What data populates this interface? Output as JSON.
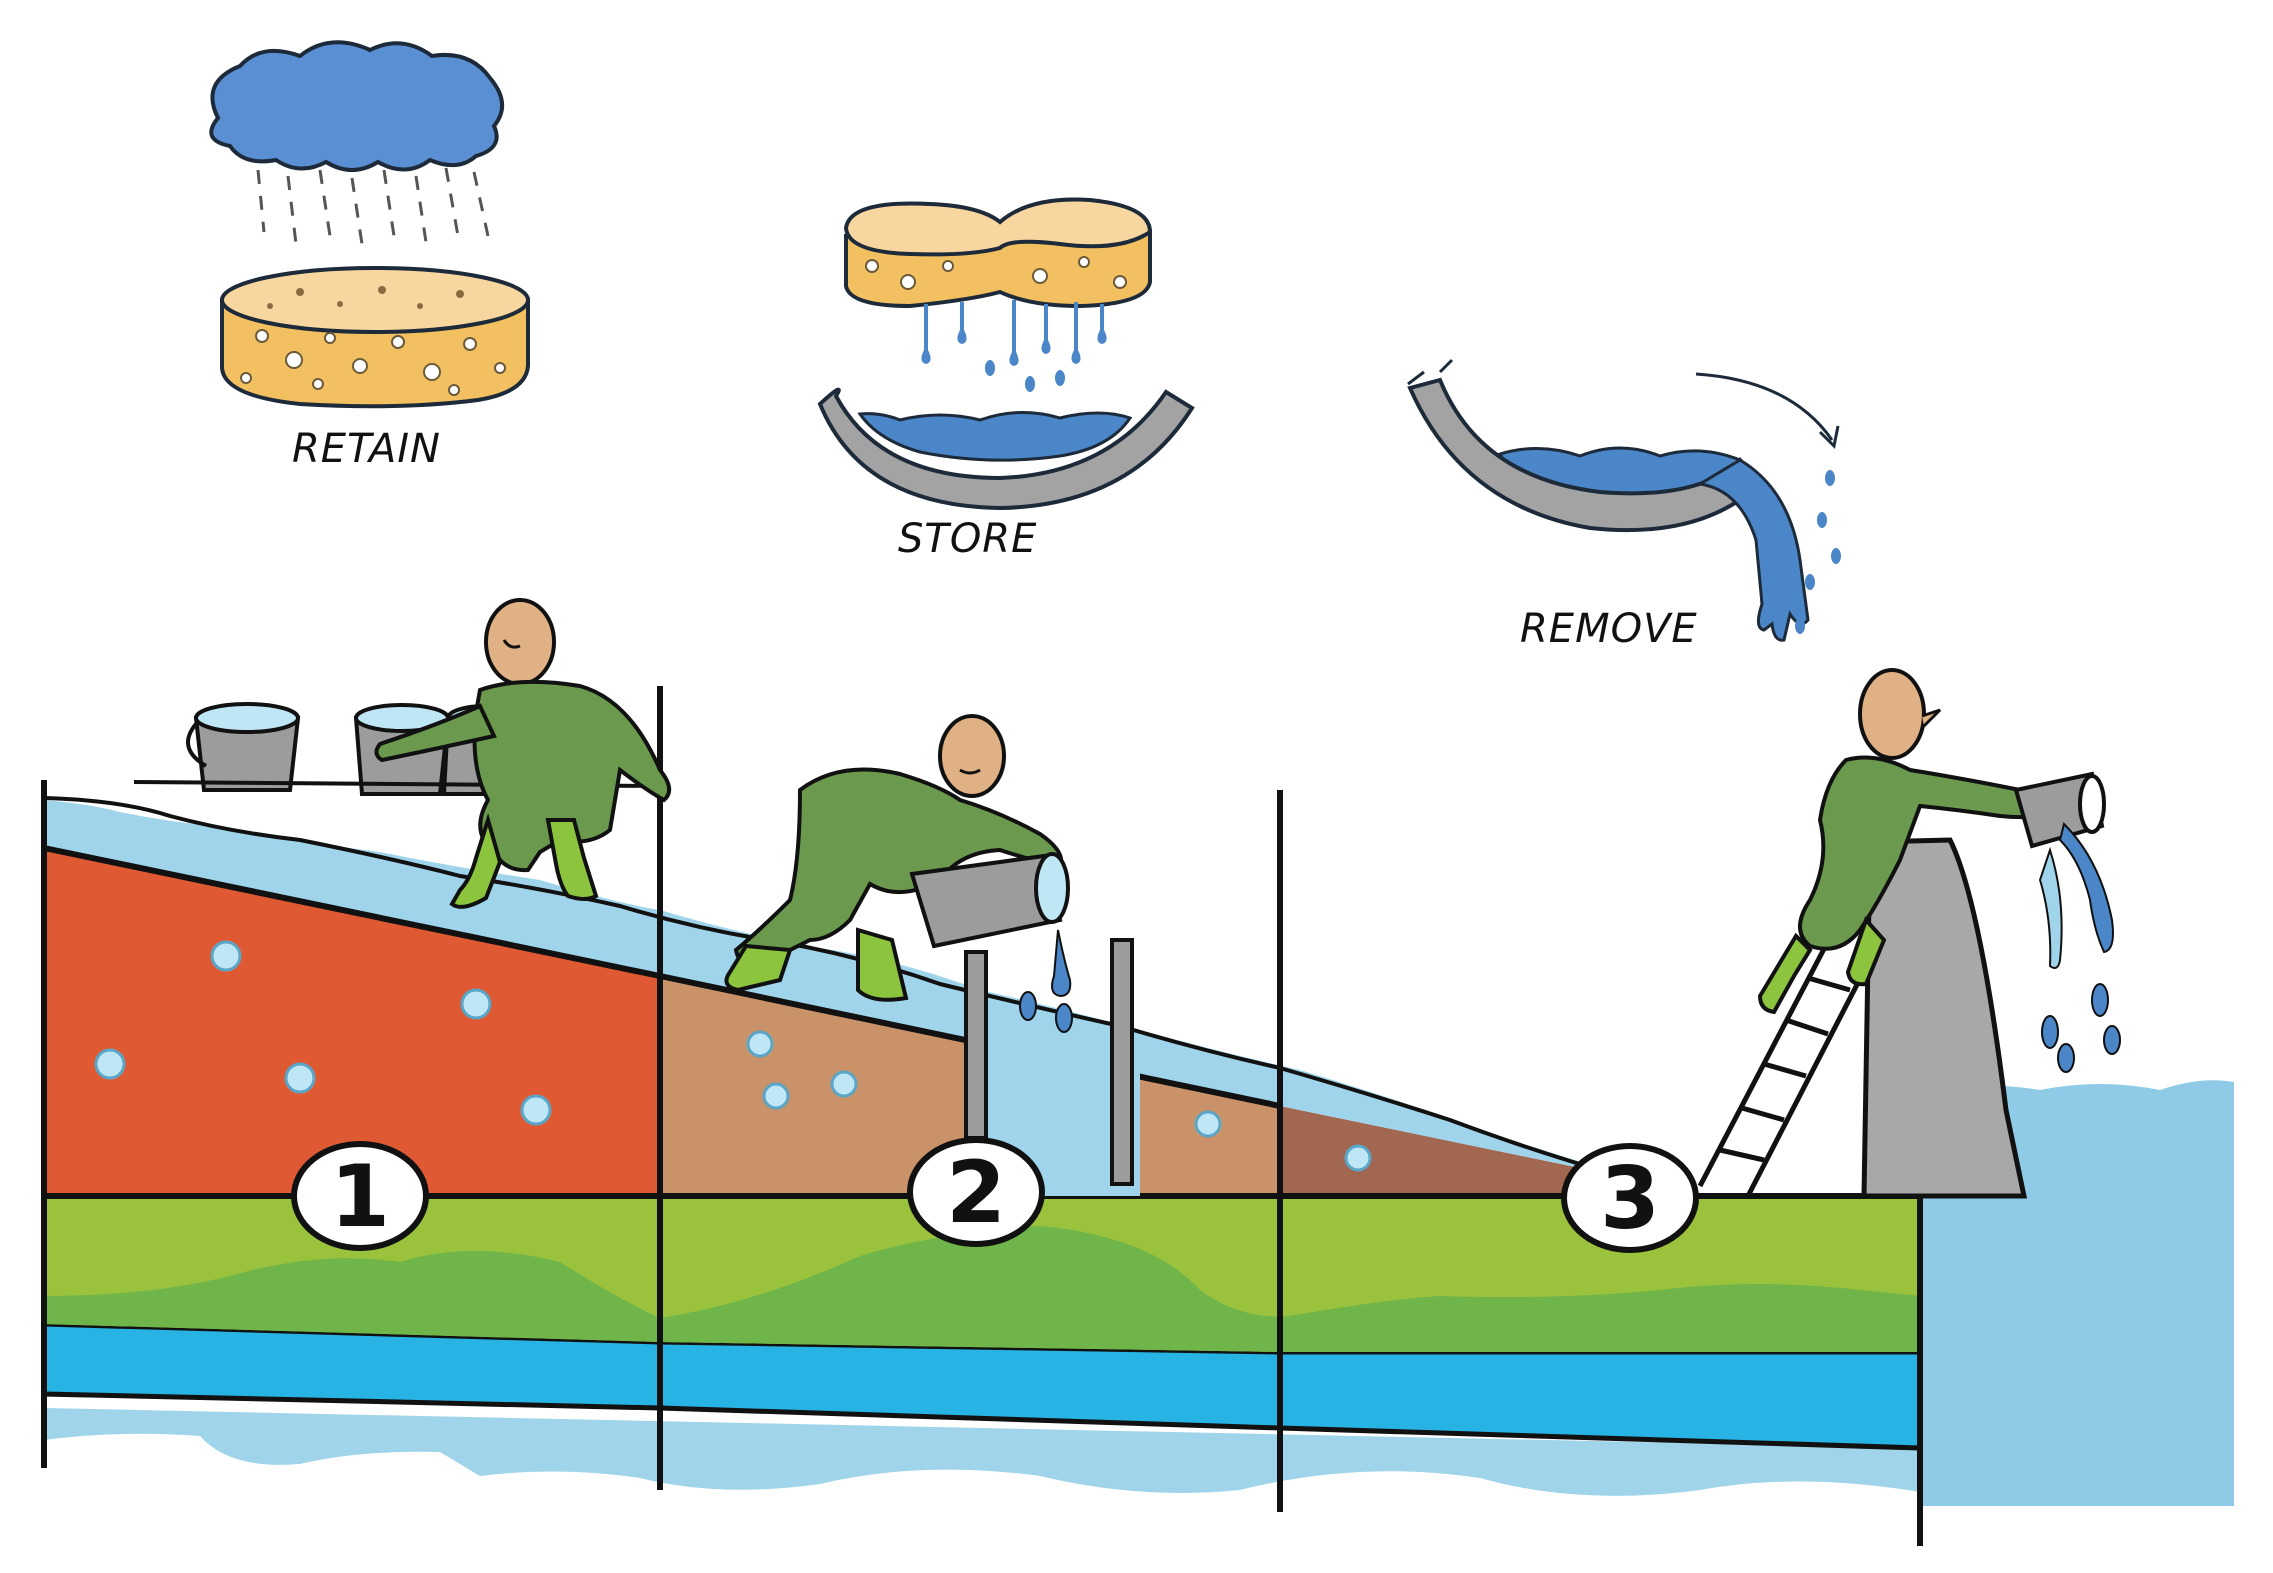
{
  "captions": {
    "retain": "RETAIN",
    "store": "STORE",
    "remove": "REMOVE"
  },
  "zones": [
    "1",
    "2",
    "3"
  ],
  "icons": [
    "rain-cloud-icon",
    "sponge-icon",
    "squeezed-sponge-icon",
    "bowl-icon",
    "tilted-bowl-icon",
    "bucket-icon",
    "person-figure",
    "ladder-icon",
    "dam-icon"
  ],
  "colors": {
    "cloud": "#5b8fd4",
    "sponge": "#f2c060",
    "sponge_top": "#f8d6a0",
    "water_light": "#9fd4ea",
    "water_blue": "#27b3e3",
    "water_dark": "#4a86c8",
    "soil_zone1": "#df5a33",
    "soil_zone2": "#c99269",
    "soil_zone2b": "#a26750",
    "grass": "#9ac23c",
    "grass_dark": "#6fb54a",
    "person": "#6b9a4e",
    "boots": "#8cc43e",
    "skin": "#e0b184",
    "bucket": "#9c9c9c",
    "dam": "#a8a8a8"
  }
}
